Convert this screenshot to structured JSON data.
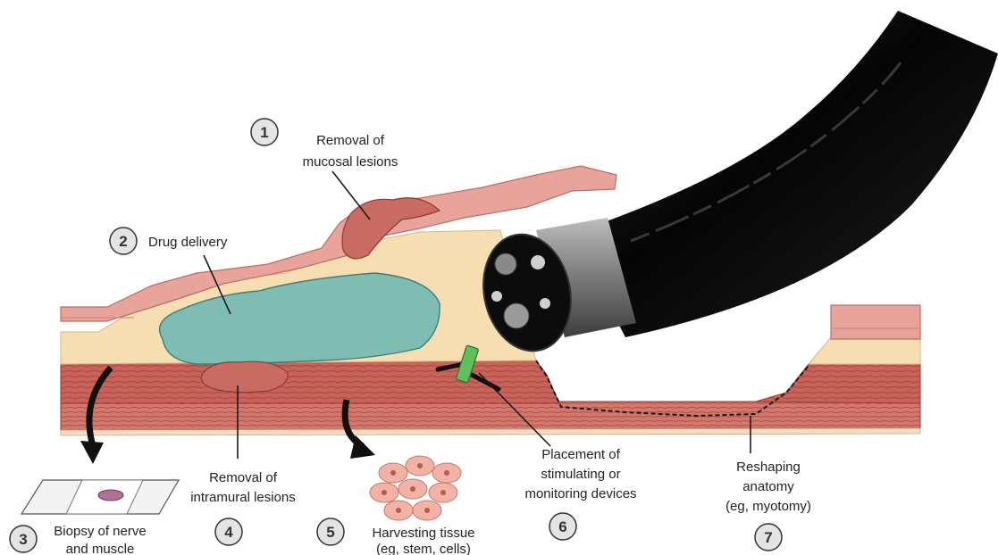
{
  "annotations": [
    {
      "number": "1",
      "lines": [
        "Removal of",
        "mucosal lesions"
      ]
    },
    {
      "number": "2",
      "lines": [
        "Drug delivery"
      ]
    },
    {
      "number": "3",
      "lines": [
        "Biopsy of nerve",
        "and muscle"
      ]
    },
    {
      "number": "4",
      "lines": [
        "Removal of",
        "intramural lesions"
      ]
    },
    {
      "number": "5",
      "lines": [
        "Harvesting tissue",
        "(eg, stem, cells)"
      ]
    },
    {
      "number": "6",
      "lines": [
        "Placement of",
        "stimulating or",
        "monitoring devices"
      ]
    },
    {
      "number": "7",
      "lines": [
        "Reshaping",
        "anatomy",
        "(eg, myotomy)"
      ]
    }
  ],
  "colors": {
    "mucosa": "#e8a49a",
    "mucosa_edge": "#b86f66",
    "submucosa": "#f6ddb2",
    "muscle": "#c9635a",
    "muscle_edge": "#8e3a33",
    "drug_bleb": "#7fbcb2",
    "lesion": "#c96b63",
    "device": "#5fbf5a",
    "endoscope": "#141414",
    "badge_fill": "#e4e4e4"
  }
}
